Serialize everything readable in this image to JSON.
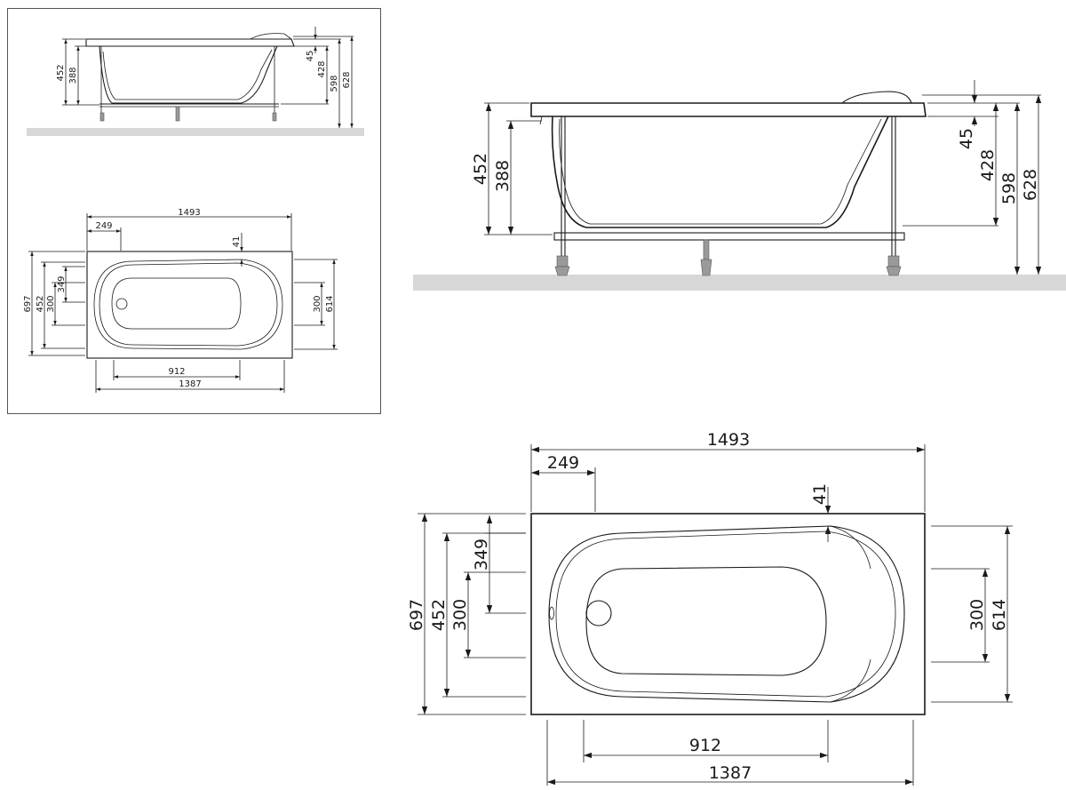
{
  "side_view": {
    "dims_left": [
      "452",
      "388"
    ],
    "dims_right": [
      "45",
      "428",
      "598",
      "628"
    ]
  },
  "top_view": {
    "dims_top": [
      "1493",
      "249",
      "41"
    ],
    "dims_left": [
      "697",
      "452",
      "300",
      "349"
    ],
    "dims_right": [
      "300",
      "614"
    ],
    "dims_bottom": [
      "912",
      "1387"
    ]
  }
}
